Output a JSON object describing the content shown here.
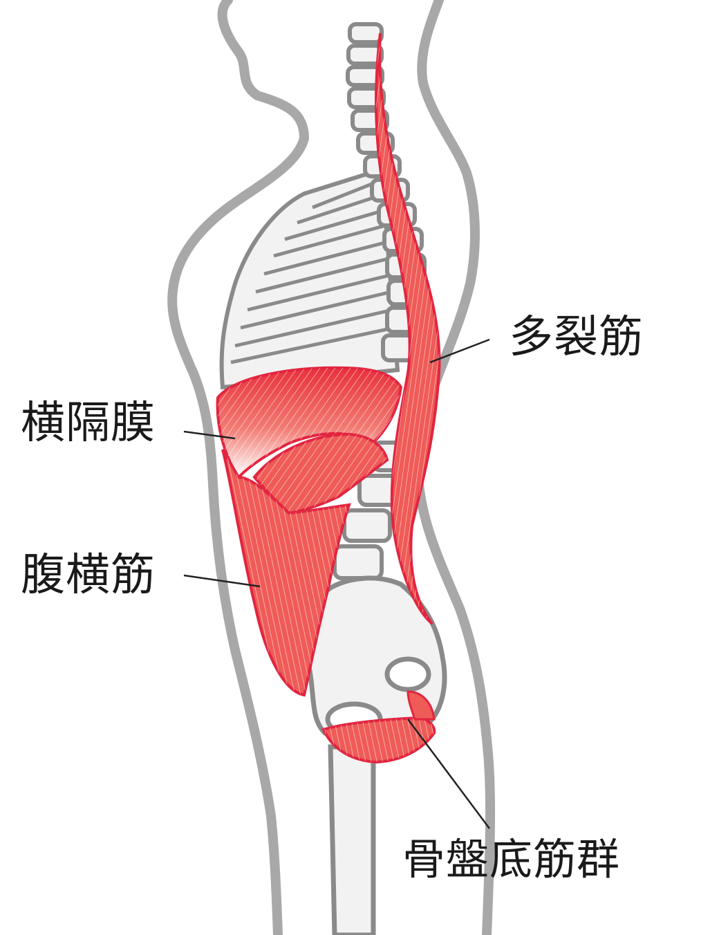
{
  "labels": {
    "multifidus": "多裂筋",
    "diaphragm": "横隔膜",
    "transversus_abdominis": "腹横筋",
    "pelvic_floor": "骨盤底筋群"
  },
  "colors": {
    "muscle_fill": "#ef5b57",
    "muscle_stroke": "#e2253f",
    "bone_fill": "#f2f2f2",
    "bone_stroke": "#8a8a8a",
    "body_outline": "#a8a8a8",
    "leader_line": "#222222"
  }
}
